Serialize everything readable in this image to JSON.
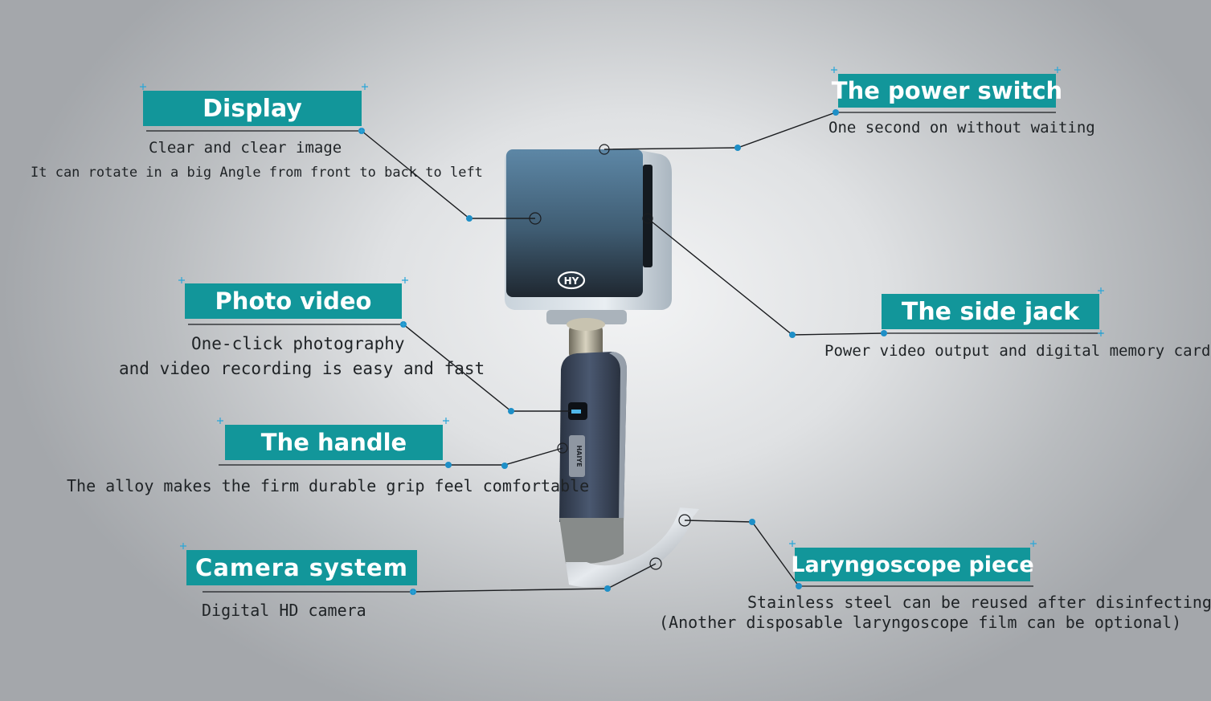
{
  "labels": {
    "display": {
      "title": "Display",
      "lines": [
        "Clear and clear image",
        "It can rotate in a big Angle from front to back to left"
      ]
    },
    "photo_video": {
      "title": "Photo video",
      "lines": [
        "One-click photography",
        "and video recording is easy and fast"
      ]
    },
    "handle": {
      "title": "The handle",
      "lines": [
        "The alloy makes the firm durable grip feel comfortable"
      ]
    },
    "camera": {
      "title": "Camera system",
      "lines": [
        "Digital HD camera"
      ]
    },
    "power": {
      "title": "The power switch",
      "lines": [
        "One second on without waiting"
      ]
    },
    "side_jack": {
      "title": "The side jack",
      "lines": [
        "Power video output and digital memory card"
      ]
    },
    "blade": {
      "title": "Laryngoscope piece",
      "lines": [
        "Stainless steel can be reused after disinfecting",
        "(Another disposable laryngoscope film can be optional)"
      ]
    }
  },
  "device": {
    "logo_text": "HY",
    "brand_text": "HAIYE"
  },
  "colors": {
    "title_bg": "#12969a",
    "title_text": "#ffffff",
    "dot": "#1e8fc7",
    "line": "#1b1d20"
  }
}
